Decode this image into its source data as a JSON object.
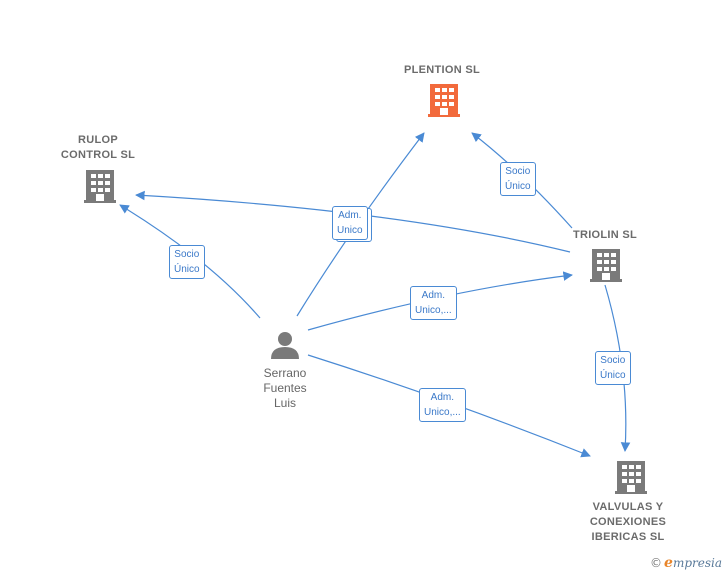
{
  "nodes": {
    "plention": {
      "lines": [
        "PLENTION  SL"
      ],
      "color": "#f26a3c"
    },
    "rulop": {
      "lines": [
        "RULOP",
        "CONTROL  SL"
      ],
      "color": "#7a7a7a"
    },
    "triolin": {
      "lines": [
        "TRIOLIN  SL"
      ],
      "color": "#7a7a7a"
    },
    "valvulas": {
      "lines": [
        "VALVULAS Y",
        "CONEXIONES",
        "IBERICAS  SL"
      ],
      "color": "#7a7a7a"
    },
    "person": {
      "lines": [
        "Serrano",
        "Fuentes",
        "Luis"
      ],
      "color": "#7a7a7a"
    }
  },
  "edges": {
    "socio_rulop": [
      "Socio",
      "Único"
    ],
    "adm_plention": [
      "Adm.",
      "Unico"
    ],
    "socio_plention": [
      "Socio",
      "Único"
    ],
    "adm_triolin": [
      "Adm.",
      "Unico,..."
    ],
    "socio_valvulas": [
      "Socio",
      "Único"
    ],
    "adm_valvulas": [
      "Adm.",
      "Unico,..."
    ]
  },
  "colors": {
    "edge": "#4a8ad4"
  },
  "footer": {
    "copyright": "©",
    "brand_e": "e",
    "brand_rest": "mpresia"
  }
}
